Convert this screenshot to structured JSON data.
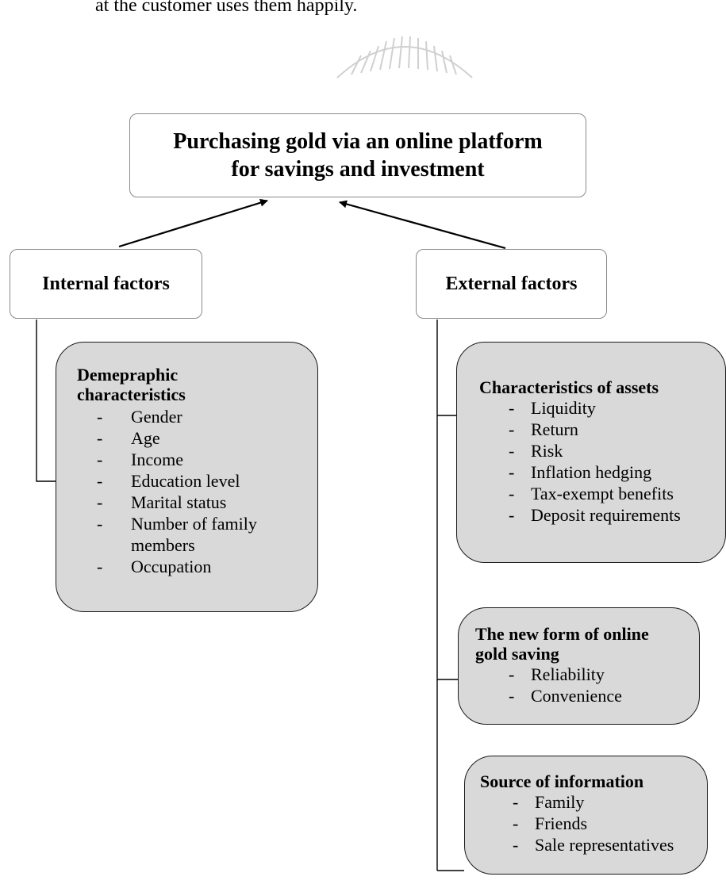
{
  "page": {
    "top_text": "at the customer uses them happily."
  },
  "diagram": {
    "title_lines": [
      "Purchasing gold via an online platform",
      "for savings and investment"
    ],
    "internal_label": "Internal factors",
    "external_label": "External factors",
    "demographic": {
      "title_lines": [
        "Demepraphic",
        "characteristics"
      ],
      "items": [
        "Gender",
        "Age",
        "Income",
        "Education level",
        "Marital status",
        "Number of family members",
        "Occupation"
      ]
    },
    "assets": {
      "title": "Characteristics of assets",
      "items": [
        "Liquidity",
        "Return",
        "Risk",
        "Inflation hedging",
        "Tax-exempt benefits",
        "Deposit requirements"
      ]
    },
    "new_form": {
      "title_lines": [
        "The new form of online",
        "gold saving"
      ],
      "items": [
        "Reliability",
        "Convenience"
      ]
    },
    "source": {
      "title": "Source of information",
      "items": [
        "Family",
        "Friends",
        "Sale representatives"
      ]
    },
    "dash": "-"
  }
}
